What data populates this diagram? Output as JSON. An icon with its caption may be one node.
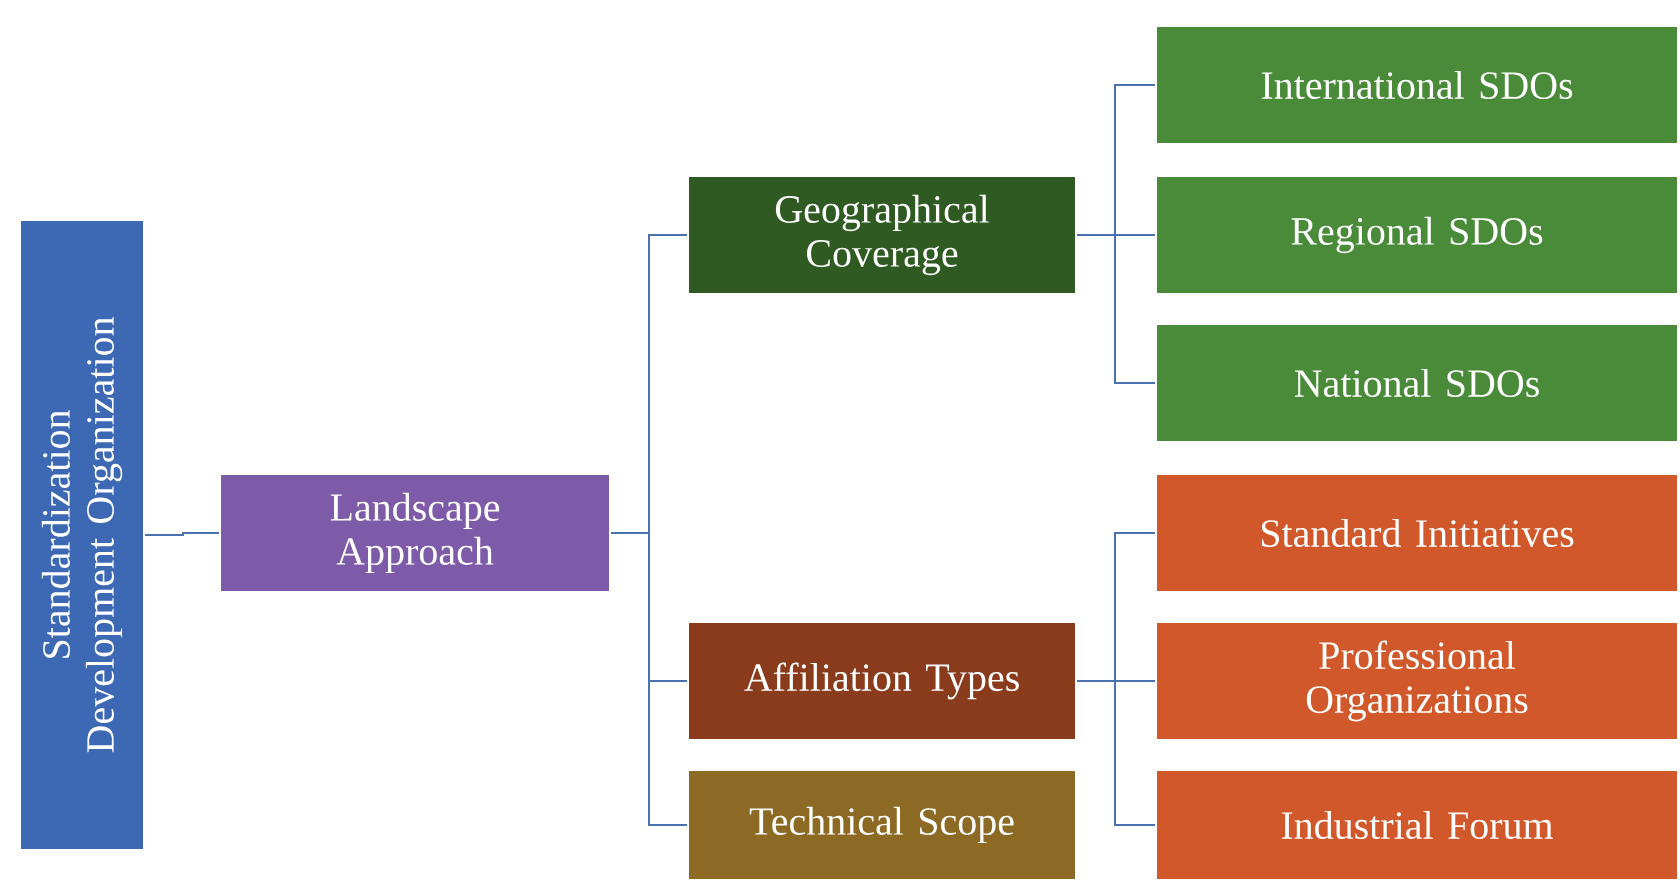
{
  "diagram": {
    "nodes": [
      {
        "text": [
          "Standardization Development Organization"
        ]
      },
      {
        "text": [
          "Landscape Approach"
        ]
      },
      {
        "text": [
          "Geographical Coverage"
        ]
      },
      {
        "text": [
          "Affiliation Types"
        ]
      },
      {
        "text": [
          "Technical Scope"
        ]
      },
      {
        "text": [
          "International SDOs"
        ]
      },
      {
        "text": [
          "Regional SDOs"
        ]
      },
      {
        "text": [
          "National SDOs"
        ]
      },
      {
        "text": [
          "Standard Initiatives"
        ]
      },
      {
        "text": [
          "Professional Organizations"
        ]
      },
      {
        "text": [
          "Industrial Forum"
        ]
      }
    ],
    "edges": [
      {
        "from": 0,
        "to": 1,
        "arrow": "none"
      },
      {
        "from": 1,
        "to": 2,
        "arrow": "none"
      },
      {
        "from": 1,
        "to": 3,
        "arrow": "none"
      },
      {
        "from": 1,
        "to": 4,
        "arrow": "none"
      },
      {
        "from": 2,
        "to": 5,
        "arrow": "none"
      },
      {
        "from": 2,
        "to": 6,
        "arrow": "none"
      },
      {
        "from": 2,
        "to": 7,
        "arrow": "none"
      },
      {
        "from": 3,
        "to": 8,
        "arrow": "none"
      },
      {
        "from": 3,
        "to": 9,
        "arrow": "none"
      },
      {
        "from": 3,
        "to": 10,
        "arrow": "none"
      }
    ]
  }
}
